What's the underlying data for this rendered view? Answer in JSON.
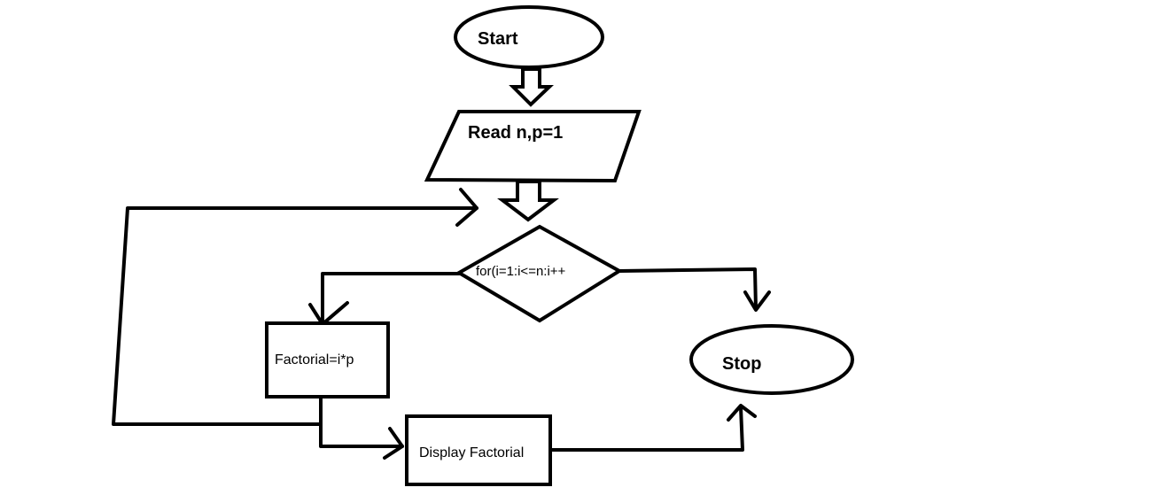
{
  "nodes": {
    "start": {
      "label": "Start"
    },
    "read": {
      "label": "Read n,p=1"
    },
    "loop": {
      "label": "for(i=1:i<=n:i++"
    },
    "factorial": {
      "label": "Factorial=i*p"
    },
    "display": {
      "label": "Display Factorial"
    },
    "stop": {
      "label": "Stop"
    }
  }
}
